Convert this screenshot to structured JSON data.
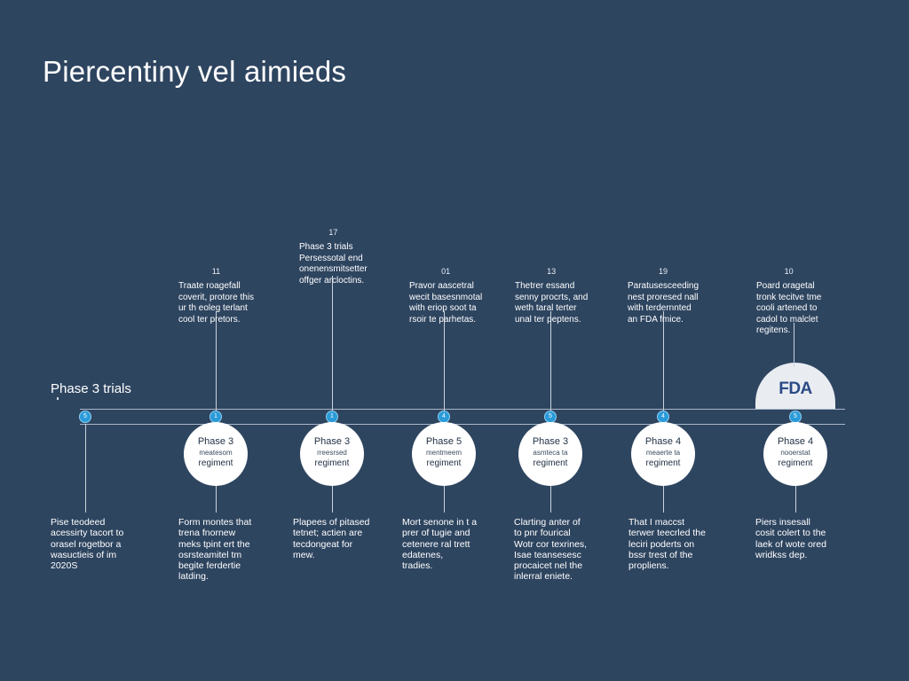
{
  "title": "Piercentiny vel aimieds",
  "start_label": "Phase 3 trials",
  "fda_logo_text": "FDA",
  "colors": {
    "background": "#2e4560",
    "node": "#2a9ad8",
    "node_border": "#8fd1f4",
    "circle": "#ffffff",
    "badge": "#e9edf2",
    "fda_text": "#2b4a86"
  },
  "nodes": [
    {
      "glyph": "5"
    },
    {
      "glyph": "1"
    },
    {
      "glyph": "1"
    },
    {
      "glyph": "4"
    },
    {
      "glyph": "5"
    },
    {
      "glyph": "4"
    },
    {
      "glyph": "5"
    }
  ],
  "annotations": [
    {
      "num": "11",
      "text": "Traate roagefall\ncoverit, protore this\nur th eoleg terlant\ncool ter pretors."
    },
    {
      "num": "17",
      "text": "Phase 3 trials\nPersessotal end\nonenensmitsetter\noffger arcloctins."
    },
    {
      "num": "01",
      "text": "Pravor aascetral\nwecit basesnmotal\nwith eriop soot ta\nrsoir te parhetas."
    },
    {
      "num": "13",
      "text": "Thetrer essand\nsenny procrts, and\nweth taral terter\nunal ter peptens."
    },
    {
      "num": "19",
      "text": "Paratusesceeding\nnest proresed nall\nwith terdernnted\nan FDA fmice."
    },
    {
      "num": "10",
      "text": "Poard oragetal\ntronk tecitve tme\ncooli artened to\ncadol to malclet\nregitens."
    }
  ],
  "phases": [
    {
      "title": "Phase 3",
      "sub": "meatesom",
      "tag": "regiment"
    },
    {
      "title": "Phase 3",
      "sub": "rreesrsed",
      "tag": "regiment"
    },
    {
      "title": "Phase 5",
      "sub": "mentmeem",
      "tag": "regiment"
    },
    {
      "title": "Phase 3",
      "sub": "asmteca ta",
      "tag": "regiment"
    },
    {
      "title": "Phase 4",
      "sub": "meaerte ta",
      "tag": "regiment"
    },
    {
      "title": "Phase 4",
      "sub": "nooerstat",
      "tag": "regiment"
    }
  ],
  "descriptions": [
    {
      "text": "Pise teodeed\nacessirty tacort to\norasel rogetbor a\nwasuctieis of im\n2020S"
    },
    {
      "text": "Form montes that\ntrena fnornew\nmeks tpint ert the\nosrsteamitel tm\nbegite ferdertie\nlatding."
    },
    {
      "text": "Plapees of pitased\ntetnet; actien are\ntecdongeat for\nmew."
    },
    {
      "text": "Mort senone in t a\nprer of tugie and\ncetenere ral trett\nedatenes,\ntradies."
    },
    {
      "text": "Clarting anter of\nto pnr fourical\nWotr cor texrines,\nIsae teansesesc\nprocaicet nel the\ninlerral eniete."
    },
    {
      "text": "That I maccst\nterwer teecrled the\nleciri poderts on\nbssr trest of the\npropliens."
    },
    {
      "text": "Piers insesall\ncosit colert to the\nlaek of wote ored\nwridkss dep."
    }
  ]
}
